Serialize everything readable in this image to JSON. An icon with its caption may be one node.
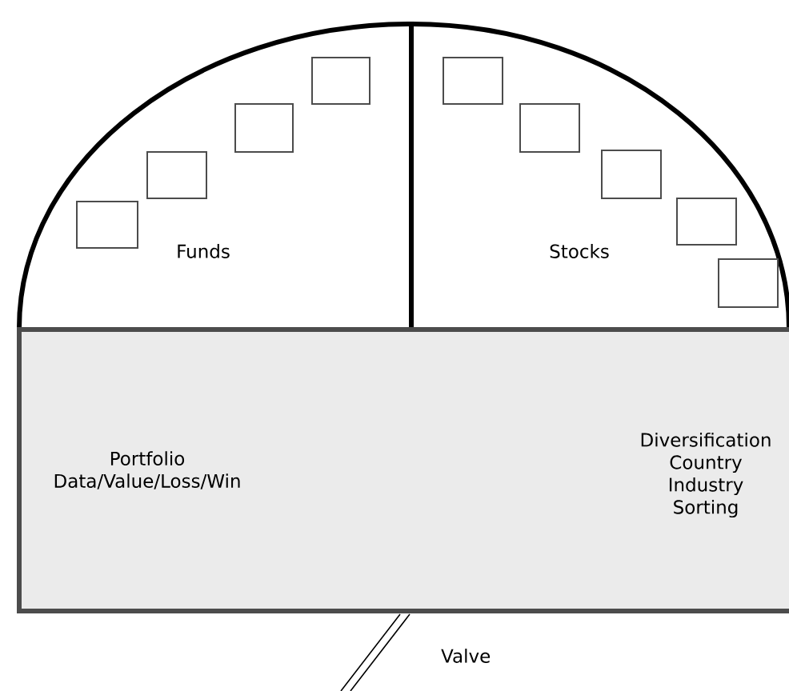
{
  "diagram": {
    "nodes": [
      {
        "text": [
          "Funds"
        ]
      },
      {
        "text": [
          "Stocks"
        ]
      },
      {
        "text": [],
        "shape": "box",
        "in": 0
      },
      {
        "text": [],
        "shape": "box",
        "in": 0
      },
      {
        "text": [],
        "shape": "box",
        "in": 0
      },
      {
        "text": [],
        "shape": "box",
        "in": 0
      },
      {
        "text": [],
        "shape": "box",
        "in": 1
      },
      {
        "text": [],
        "shape": "box",
        "in": 1
      },
      {
        "text": [],
        "shape": "box",
        "in": 1
      },
      {
        "text": [],
        "shape": "box",
        "in": 1
      },
      {
        "text": [],
        "shape": "box",
        "in": 1
      },
      {
        "text": [
          "Portfolio Data/Value/Loss/Win",
          "Diversification Country Industry Sorting"
        ]
      }
    ],
    "edges": [],
    "labels": [
      "Valve"
    ]
  }
}
